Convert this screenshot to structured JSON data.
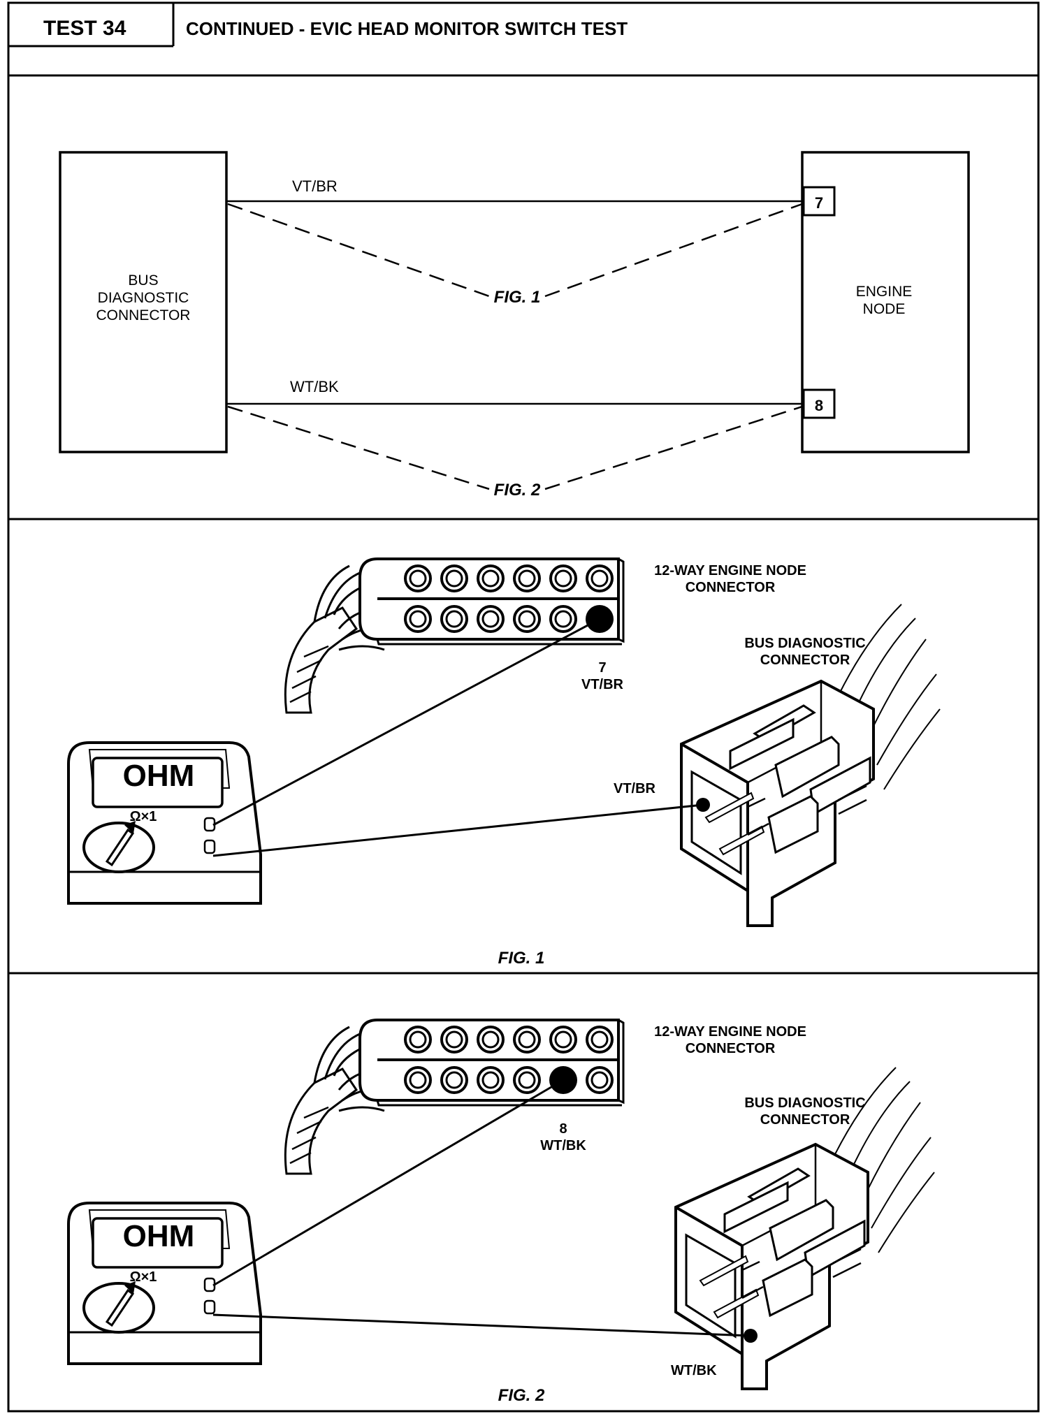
{
  "header": {
    "test_label": "TEST 34",
    "title": "CONTINUED - EVIC HEAD MONITOR SWITCH TEST"
  },
  "schematic": {
    "left_box": [
      "BUS",
      "DIAGNOSTIC",
      "CONNECTOR"
    ],
    "right_box": [
      "ENGINE",
      "NODE"
    ],
    "wire_top": "VT/BR",
    "wire_bottom": "WT/BK",
    "pin_top": "7",
    "pin_bottom": "8",
    "fig_top": "FIG. 1",
    "fig_bottom": "FIG. 2"
  },
  "figure1": {
    "node_connector": [
      "12-WAY ENGINE NODE",
      "CONNECTOR"
    ],
    "bus_connector": [
      "BUS DIAGNOSTIC",
      "CONNECTOR"
    ],
    "pin_number": "7",
    "pin_wire": "VT/BR",
    "bus_wire": "VT/BR",
    "meter_display": "OHM",
    "meter_range": "Ω×1",
    "caption": "FIG. 1"
  },
  "figure2": {
    "node_connector": [
      "12-WAY ENGINE NODE",
      "CONNECTOR"
    ],
    "bus_connector": [
      "BUS DIAGNOSTIC",
      "CONNECTOR"
    ],
    "pin_number": "8",
    "pin_wire": "WT/BK",
    "bus_wire": "WT/BK",
    "meter_display": "OHM",
    "meter_range": "Ω×1",
    "caption": "FIG. 2"
  }
}
